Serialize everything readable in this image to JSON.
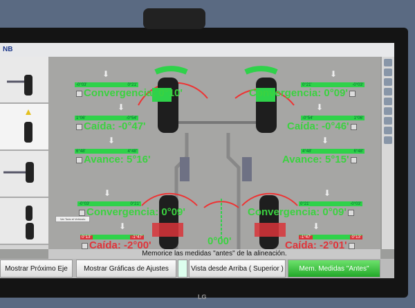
{
  "title": "NB",
  "front_left": {
    "toe": {
      "label": "Convergencia: 0°10'",
      "min": "-0°03'",
      "max": "0°21'"
    },
    "camber": {
      "label": "Caída: -0°47'",
      "min": "1°06'",
      "max": "-0°54'"
    },
    "caster": {
      "label": "Avance: 5°16'",
      "min": "6°48'",
      "max": "4°48'"
    }
  },
  "front_right": {
    "toe": {
      "label": "Convergencia: 0°09'",
      "min": "0°21'",
      "max": "-0°03'"
    },
    "camber": {
      "label": "Caída: -0°46'",
      "min": "-0°54'",
      "max": "1°06'"
    },
    "caster": {
      "label": "Avance: 5°15'",
      "min": "4°48'",
      "max": "6°48'"
    }
  },
  "rear_left": {
    "toe": {
      "label": "Convergencia: 0°09'",
      "min": "-0°03'",
      "max": "0°21'"
    },
    "camber": {
      "label": "Caída: -2°00'",
      "min": "0°13'",
      "max": "-1°47'"
    }
  },
  "rear_right": {
    "toe": {
      "label": "Convergencia: 0°09'",
      "min": "0°21'",
      "max": "-0°03'"
    },
    "camber": {
      "label": "Caída: -2°01'",
      "min": "-1°47'",
      "max": "0°13'"
    }
  },
  "thrust_angle": "0°00'",
  "tooltip": "Ver Todo el Vehículo",
  "status": "Memorice las medidas \"antes\" de la alineación.",
  "buttons": {
    "next_axle": "Mostrar Próximo Eje",
    "adjust_graphs": "Mostrar Gráficas de Ajustes",
    "top_view": "Vista desde Arriba ( Superior )",
    "save_before": "Mem. Medidas \"Antes\""
  },
  "brand": "LG"
}
